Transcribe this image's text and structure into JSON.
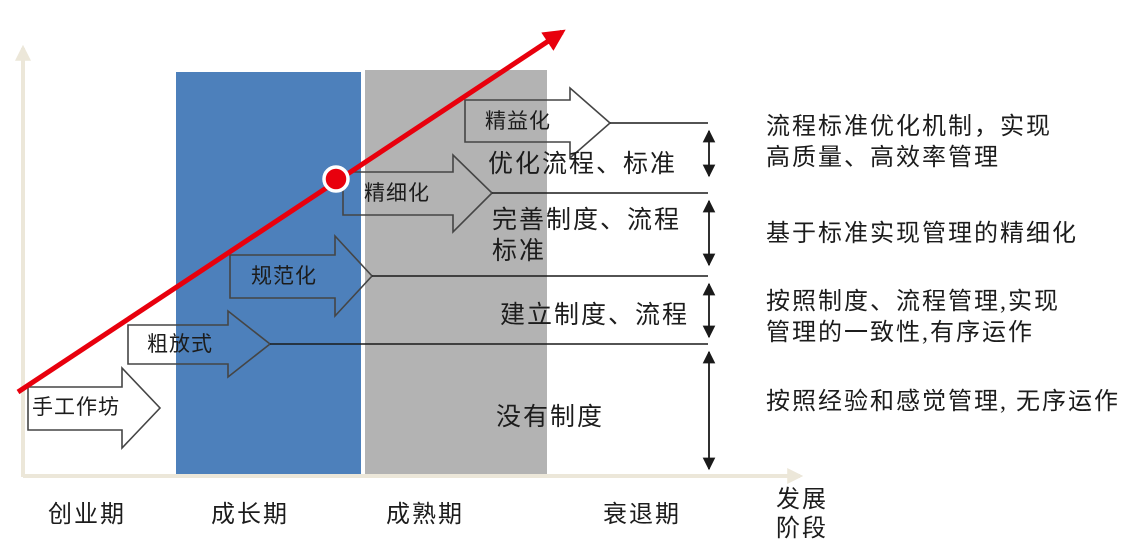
{
  "diagram": {
    "maturity_arrows": [
      {
        "label": "手工作坊"
      },
      {
        "label": "粗放式"
      },
      {
        "label": "规范化"
      },
      {
        "label": "精细化"
      },
      {
        "label": "精益化"
      }
    ],
    "levels": [
      {
        "label": "优化流程、标准"
      },
      {
        "label": "完善制度、流程\n标准"
      },
      {
        "label": "建立制度、流程"
      },
      {
        "label": "没有制度"
      }
    ],
    "annotations": [
      {
        "text": "流程标准优化机制，实现\n高质量、高效率管理"
      },
      {
        "text": "基于标准实现管理的精细化"
      },
      {
        "text": "按照制度、流程管理,实现\n管理的一致性,有序运作"
      },
      {
        "text": "按照经验和感觉管理, 无序运作"
      }
    ],
    "x_axis": {
      "stages": [
        {
          "label": "创业期"
        },
        {
          "label": "成长期"
        },
        {
          "label": "成熟期"
        },
        {
          "label": "衰退期"
        }
      ],
      "title": "发展\n阶段"
    },
    "colors": {
      "growth_band": "#4d80bb",
      "maturity_band": "#b3b3b3",
      "trend_line": "#e8000d",
      "axis_line": "#ece7d9",
      "shape_stroke": "#454545",
      "line_stroke": "#1a1a1a"
    }
  }
}
